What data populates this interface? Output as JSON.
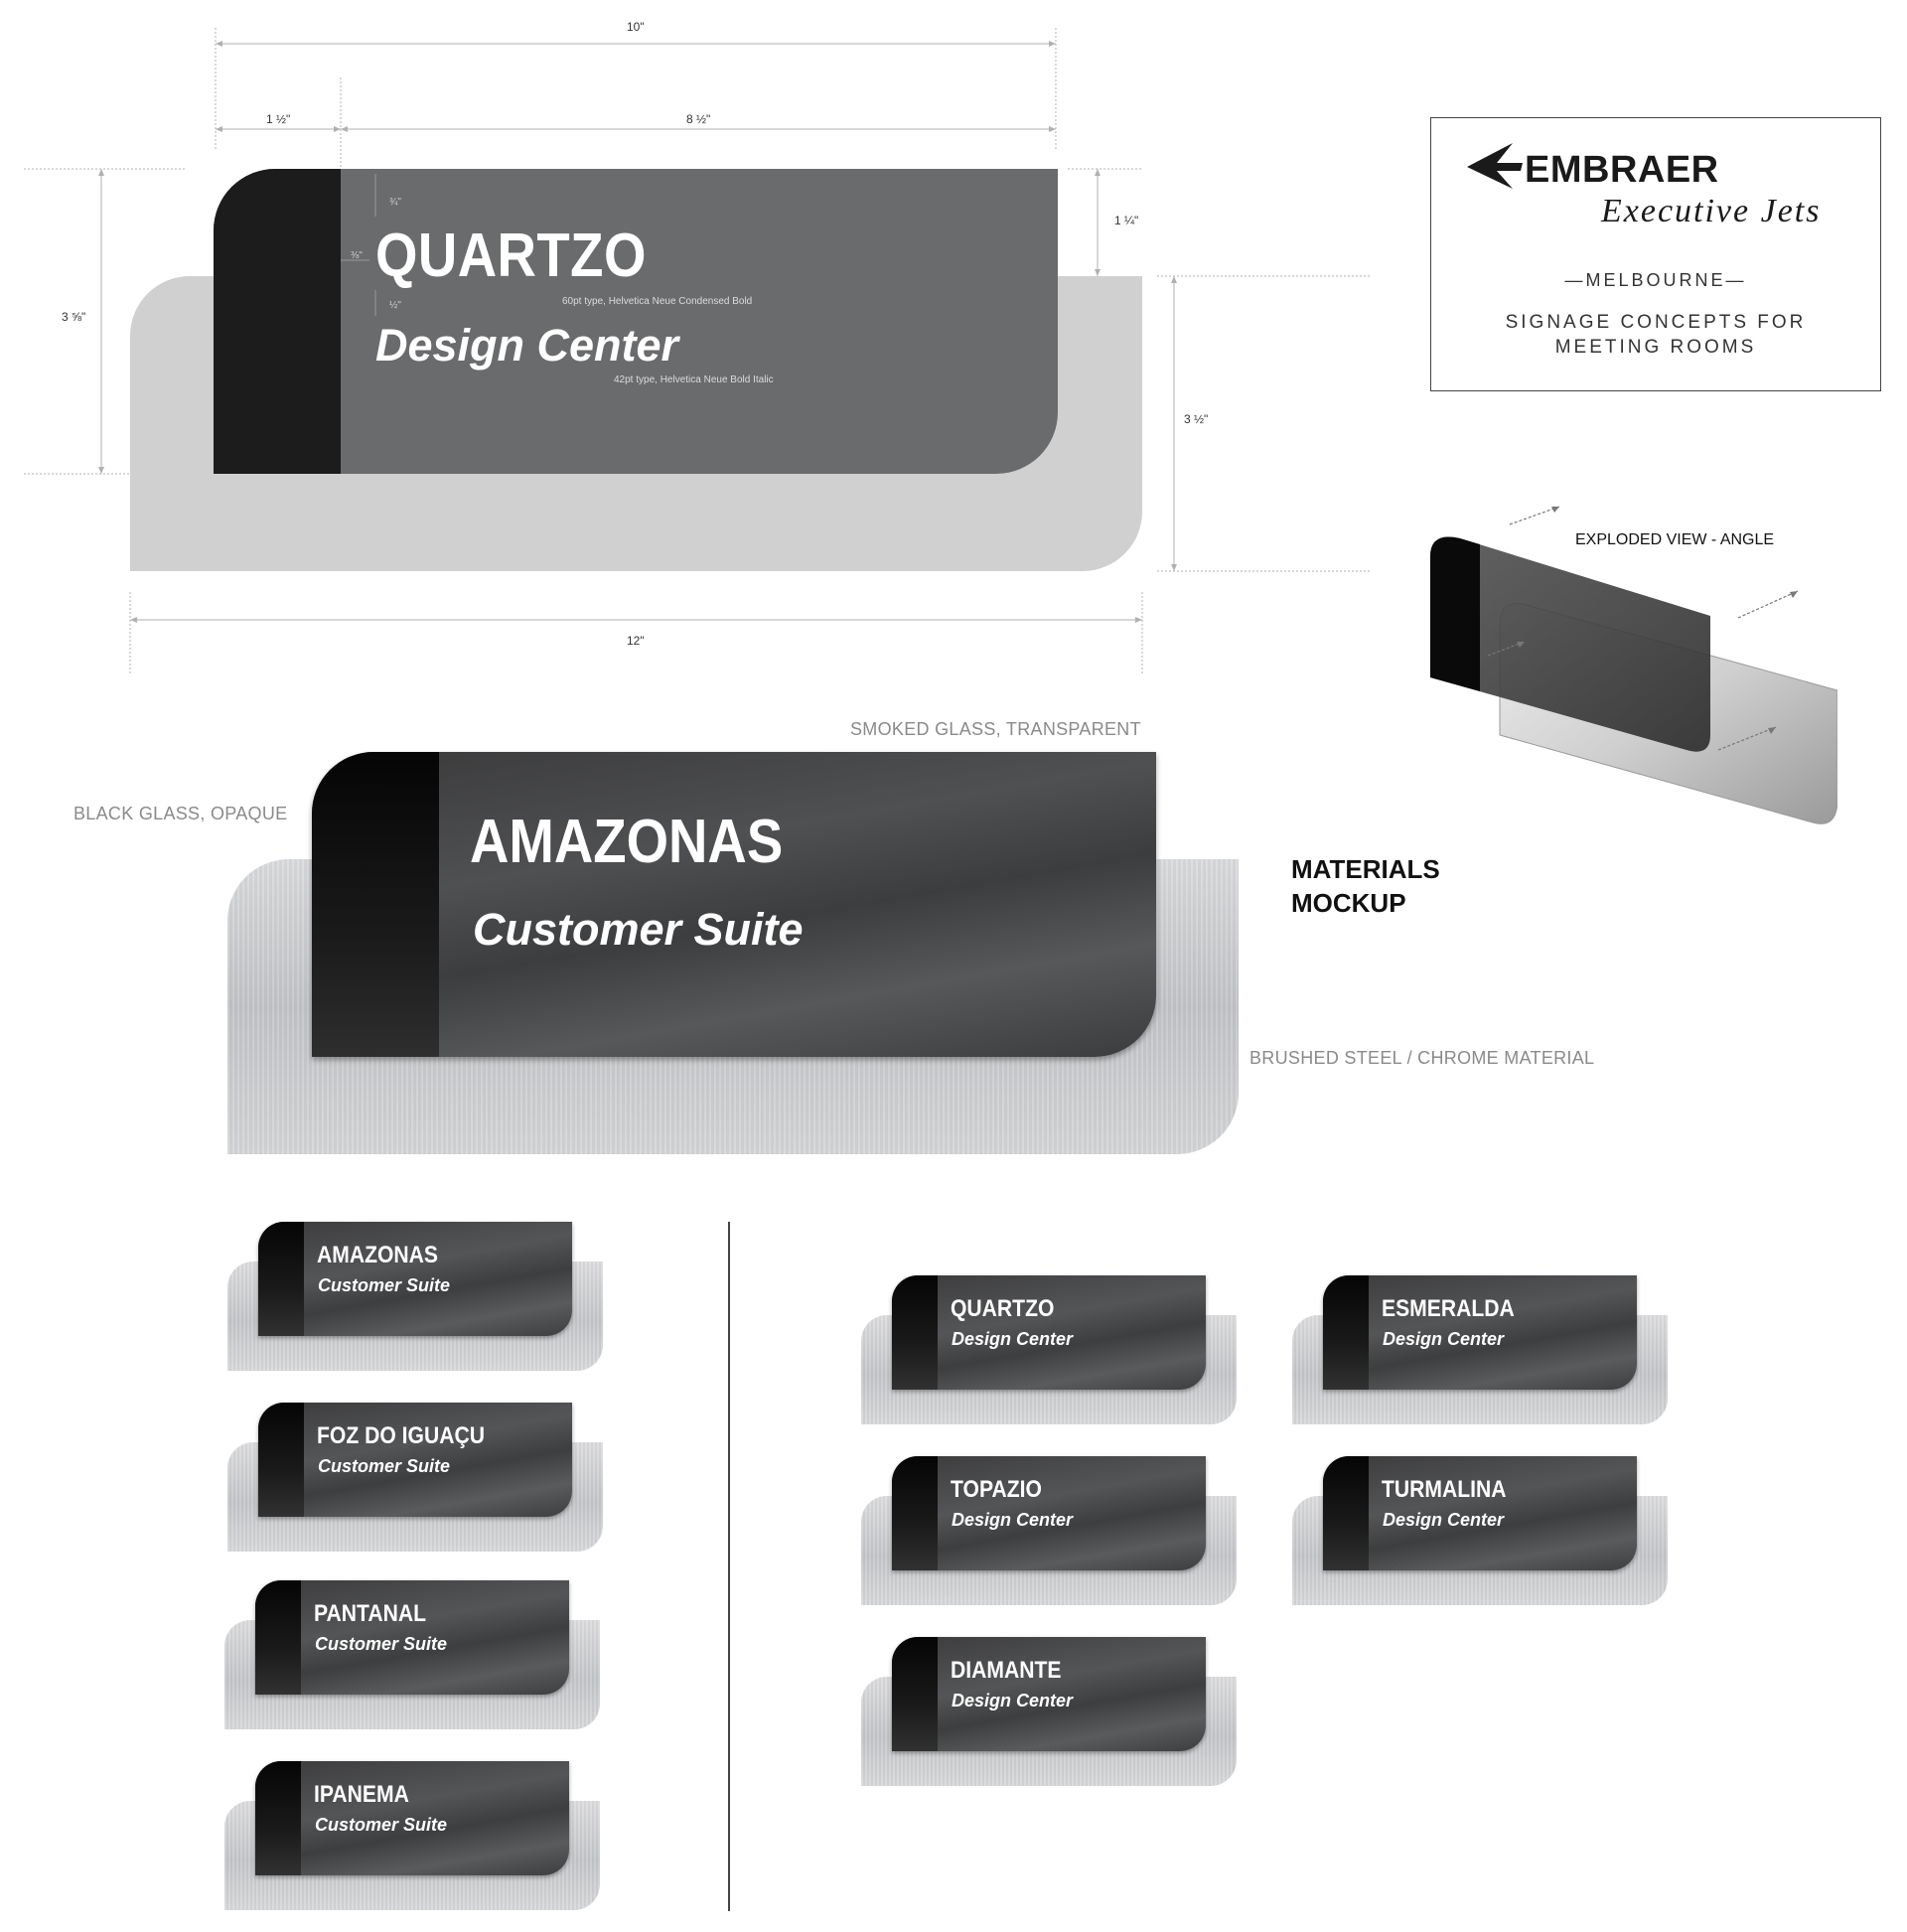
{
  "spec": {
    "dimensions": {
      "overall_face_width": "10\"",
      "band_width": "1 ½\"",
      "text_area_width": "8 ½\"",
      "face_height": "3 ⅝\"",
      "offset_top": "1 ¼\"",
      "backing_height": "3 ½\"",
      "backing_width": "12\"",
      "top_margin": "¾\"",
      "left_margin": "⅜\"",
      "line_gap": "½\""
    },
    "title": "QUARTZO",
    "subtitle": "Design Center",
    "title_note": "60pt type, Helvetica Neue Condensed Bold",
    "subtitle_note": "42pt type, Helvetica Neue Bold Italic"
  },
  "branding": {
    "brand_name": "EMBRAER",
    "tagline": "Executive Jets",
    "city": "—MELBOURNE—",
    "concept_line1": "SIGNAGE CONCEPTS FOR",
    "concept_line2": "MEETING ROOMS"
  },
  "exploded_view_label": "EXPLODED VIEW - ANGLE",
  "materials": {
    "heading": "MATERIALS\nMOCKUP",
    "black_glass": "BLACK GLASS, OPAQUE",
    "smoked_glass": "SMOKED GLASS, TRANSPARENT",
    "brushed_steel": "BRUSHED STEEL / CHROME MATERIAL",
    "sample_title": "AMAZONAS",
    "sample_subtitle": "Customer Suite"
  },
  "customer_suites": [
    {
      "name": "AMAZONAS",
      "type": "Customer Suite"
    },
    {
      "name": "FOZ DO IGUAÇU",
      "type": "Customer Suite"
    },
    {
      "name": "PANTANAL",
      "type": "Customer Suite"
    },
    {
      "name": "IPANEMA",
      "type": "Customer Suite"
    }
  ],
  "design_centers": [
    {
      "name": "QUARTZO",
      "type": "Design Center"
    },
    {
      "name": "ESMERALDA",
      "type": "Design Center"
    },
    {
      "name": "TOPAZIO",
      "type": "Design Center"
    },
    {
      "name": "TURMALINA",
      "type": "Design Center"
    },
    {
      "name": "DIAMANTE",
      "type": "Design Center"
    }
  ],
  "colors": {
    "face_gray": "#6a6b6d",
    "band_black": "#1c1c1c",
    "backing_gray": "#d0d0d0"
  }
}
